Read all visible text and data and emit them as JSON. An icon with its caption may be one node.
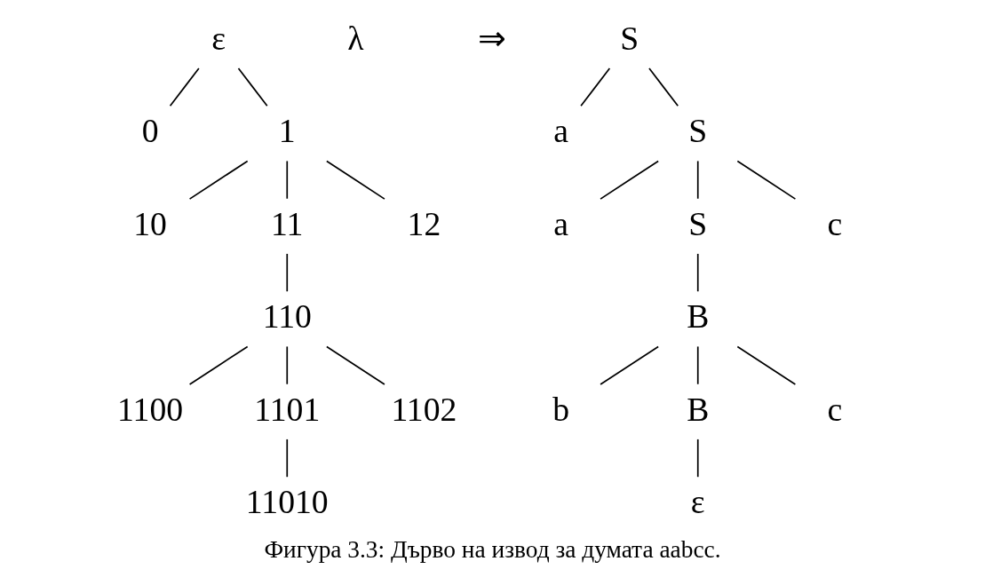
{
  "diagram": {
    "caption": "Фигура 3.3: Дърво на извод за думата aabcc.",
    "nodes": [
      {
        "text": [
          "ε"
        ]
      },
      {
        "text": [
          "0"
        ]
      },
      {
        "text": [
          "1"
        ]
      },
      {
        "text": [
          "10"
        ]
      },
      {
        "text": [
          "11"
        ]
      },
      {
        "text": [
          "12"
        ]
      },
      {
        "text": [
          "110"
        ]
      },
      {
        "text": [
          "1100"
        ]
      },
      {
        "text": [
          "1101"
        ]
      },
      {
        "text": [
          "1102"
        ]
      },
      {
        "text": [
          "11010"
        ]
      },
      {
        "text": [
          "S"
        ]
      },
      {
        "text": [
          "a"
        ]
      },
      {
        "text": [
          "S"
        ]
      },
      {
        "text": [
          "a"
        ]
      },
      {
        "text": [
          "S"
        ]
      },
      {
        "text": [
          "c"
        ]
      },
      {
        "text": [
          "B"
        ]
      },
      {
        "text": [
          "b"
        ]
      },
      {
        "text": [
          "B"
        ]
      },
      {
        "text": [
          "c"
        ]
      },
      {
        "text": [
          "ε"
        ]
      }
    ],
    "edges": [
      {
        "from": 0,
        "to": 1,
        "arrow": "none"
      },
      {
        "from": 0,
        "to": 2,
        "arrow": "none"
      },
      {
        "from": 2,
        "to": 3,
        "arrow": "none"
      },
      {
        "from": 2,
        "to": 4,
        "arrow": "none"
      },
      {
        "from": 2,
        "to": 5,
        "arrow": "none"
      },
      {
        "from": 4,
        "to": 6,
        "arrow": "none"
      },
      {
        "from": 6,
        "to": 7,
        "arrow": "none"
      },
      {
        "from": 6,
        "to": 8,
        "arrow": "none"
      },
      {
        "from": 6,
        "to": 9,
        "arrow": "none"
      },
      {
        "from": 8,
        "to": 10,
        "arrow": "none"
      },
      {
        "from": 11,
        "to": 12,
        "arrow": "none"
      },
      {
        "from": 11,
        "to": 13,
        "arrow": "none"
      },
      {
        "from": 13,
        "to": 14,
        "arrow": "none"
      },
      {
        "from": 13,
        "to": 15,
        "arrow": "none"
      },
      {
        "from": 13,
        "to": 16,
        "arrow": "none"
      },
      {
        "from": 15,
        "to": 17,
        "arrow": "none"
      },
      {
        "from": 17,
        "to": 18,
        "arrow": "none"
      },
      {
        "from": 17,
        "to": 19,
        "arrow": "none"
      },
      {
        "from": 17,
        "to": 20,
        "arrow": "none"
      },
      {
        "from": 19,
        "to": 21,
        "arrow": "none"
      }
    ],
    "labels": [
      "λ",
      "⇒"
    ]
  }
}
